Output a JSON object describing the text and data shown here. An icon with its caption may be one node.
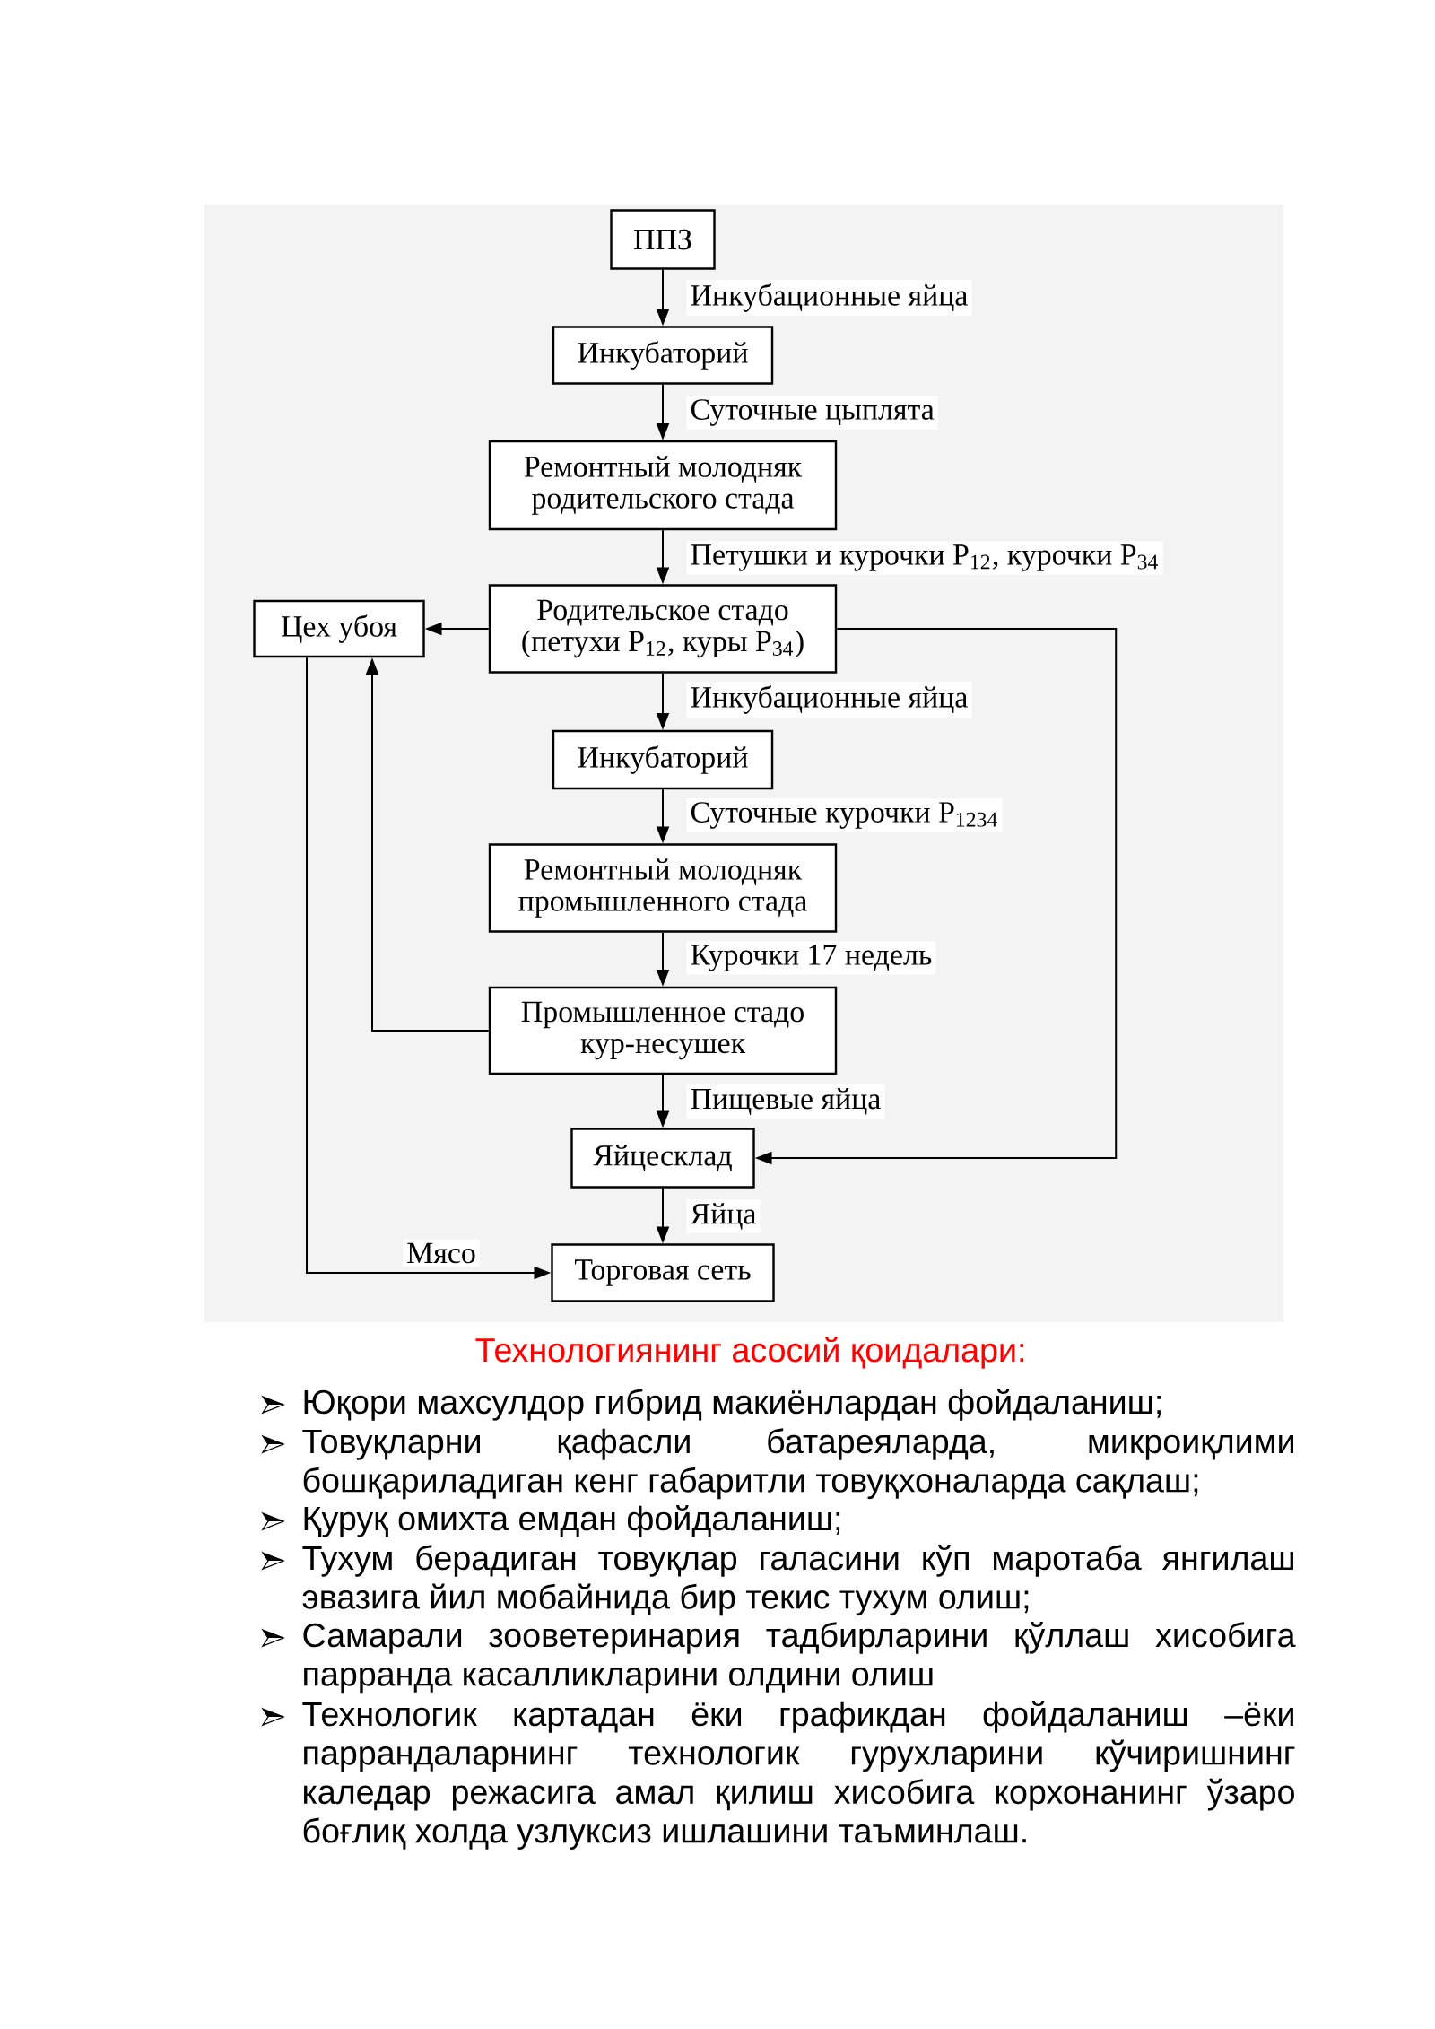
{
  "diagram": {
    "nodes": [
      {
        "text": [
          "ППЗ"
        ]
      },
      {
        "text": [
          "Инкубаторий"
        ]
      },
      {
        "text": [
          "Ремонтный молодняк родительского стада"
        ]
      },
      {
        "text": [
          "Родительское стадо (петухи Р$_{12}$, куры Р$_{34}$)"
        ]
      },
      {
        "text": [
          "Цех убоя"
        ]
      },
      {
        "text": [
          "Инкубаторий"
        ]
      },
      {
        "text": [
          "Ремонтный молодняк промышленного стада"
        ]
      },
      {
        "text": [
          "Промышленное стадо кур-несушек"
        ]
      },
      {
        "text": [
          "Яйцесклад"
        ]
      },
      {
        "text": [
          "Торговая сеть"
        ]
      }
    ],
    "edges": [
      {
        "from": 0,
        "to": 1,
        "arrow": "to",
        "label": "Инкубационные яйца"
      },
      {
        "from": 1,
        "to": 2,
        "arrow": "to",
        "label": "Суточные цыплята"
      },
      {
        "from": 2,
        "to": 3,
        "arrow": "to",
        "label": "Петушки и курочки Р$_{12}$, курочки Р$_{34}$"
      },
      {
        "from": 3,
        "to": 4,
        "arrow": "to"
      },
      {
        "from": 3,
        "to": 5,
        "arrow": "to",
        "label": "Инкубационные яйца"
      },
      {
        "from": 5,
        "to": 6,
        "arrow": "to",
        "label": "Суточные курочки Р$_{1234}$"
      },
      {
        "from": 6,
        "to": 7,
        "arrow": "to",
        "label": "Курочки 17 недель"
      },
      {
        "from": 7,
        "to": 4,
        "arrow": "to"
      },
      {
        "from": 7,
        "to": 8,
        "arrow": "to",
        "label": "Пищевые яйца"
      },
      {
        "from": 3,
        "to": 8,
        "arrow": "to"
      },
      {
        "from": 8,
        "to": 9,
        "arrow": "to",
        "label": "Яйца"
      },
      {
        "from": 4,
        "to": 9,
        "arrow": "to",
        "label": "Мясо"
      }
    ],
    "labels": [
      "Технологиянинг асосий қоидалари:",
      "Юқори махсулдор гибрид макиёнлардан фойдаланиш;",
      "Товуқларни қафасли батареяларда, микроиқлими бошқариладиган кенг габаритли товуқхоналарда сақлаш;",
      "Қуруқ омихта емдан фойдаланиш;",
      "Тухум берадиган товуқлар галасини кўп маротаба янгилаш эвазига йил мобайнида бир текис тухум олиш;",
      "Самарали зооветеринария тадбирларини қўллаш хисобига парранда касалликларини олдини олиш",
      "Технологик картадан ёки графикдан фойдаланиш –ёки паррандаларнинг технологик гурухларини кўчиришнинг каледар режасига амал қилиш хисобига корхонанинг ўзаро боғлиқ холда узлуксиз ишлашини таъминлаш."
    ]
  }
}
